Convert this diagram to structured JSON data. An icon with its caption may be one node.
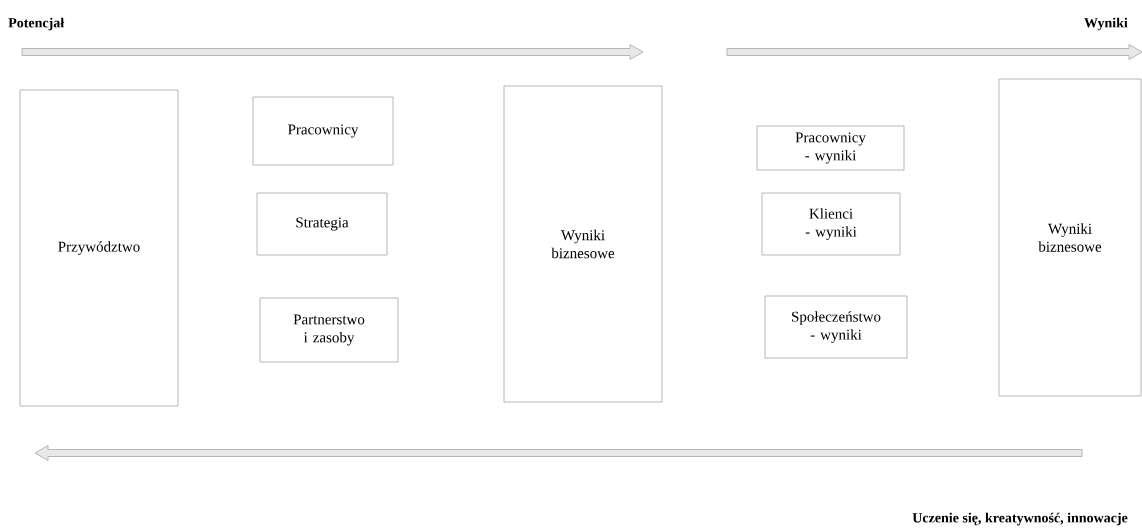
{
  "diagram": {
    "nodes": [
      {
        "text": [
          "Przywództwo"
        ]
      },
      {
        "text": [
          "Pracownicy"
        ]
      },
      {
        "text": [
          "Strategia"
        ]
      },
      {
        "text": [
          "Partnerstwo i zasoby"
        ]
      },
      {
        "text": [
          "Wyniki biznesowe"
        ]
      },
      {
        "text": [
          "Pracownicy - wyniki"
        ]
      },
      {
        "text": [
          "Klienci - wyniki"
        ]
      },
      {
        "text": [
          "Społeczeństwo - wyniki"
        ]
      },
      {
        "text": [
          "Wyniki biznesowe"
        ]
      }
    ],
    "labels": [
      "Potencjał",
      "Wyniki",
      "Uczenie się, kreatywność, innowacje"
    ]
  }
}
